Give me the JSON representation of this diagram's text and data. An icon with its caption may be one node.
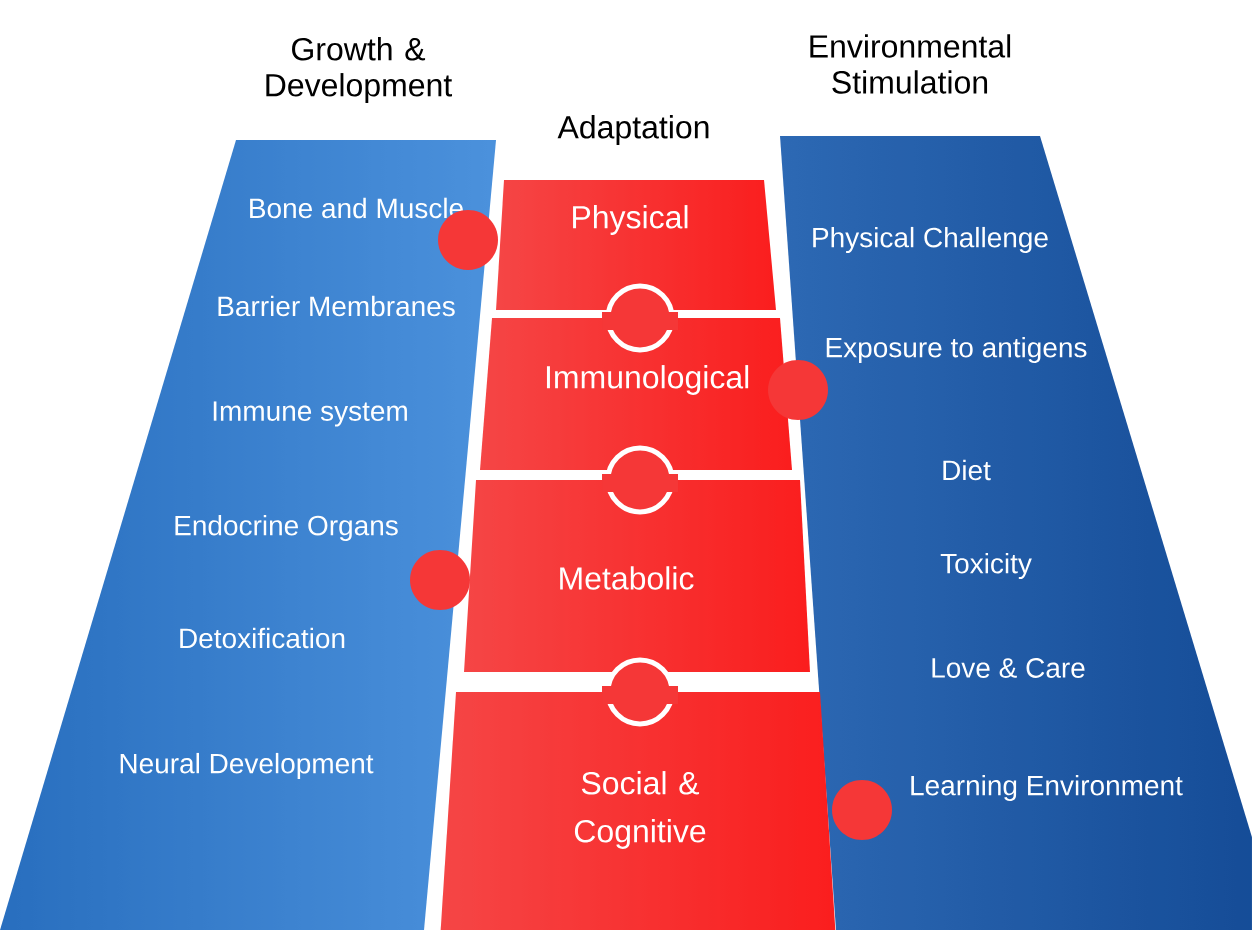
{
  "diagram": {
    "nodes": [
      {
        "text": [
          "Growth & Development",
          "Bone and Muscle",
          "Barrier Membranes",
          "Immune system",
          "Endocrine Organs",
          "Detoxification",
          "Neural Development"
        ]
      },
      {
        "text": [
          "Physical"
        ]
      },
      {
        "text": [
          "Immunological"
        ]
      },
      {
        "text": [
          "Metabolic"
        ]
      },
      {
        "text": [
          "Social & Cognitive"
        ]
      },
      {
        "text": [
          "Environmental Stimulation",
          "Physical Challenge",
          "Exposure to antigens",
          "Diet",
          "Toxicity",
          "Love & Care",
          "Learning Environment"
        ]
      }
    ],
    "labels": [
      "Adaptation"
    ]
  }
}
